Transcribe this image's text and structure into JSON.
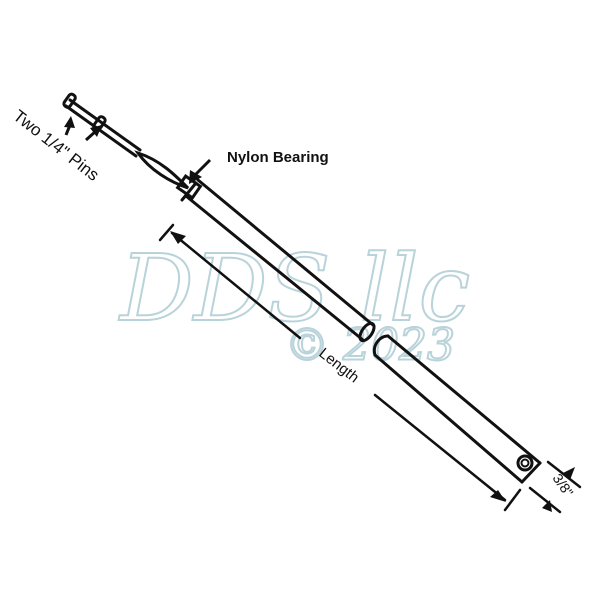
{
  "diagram": {
    "subject": "pivot rod with pins",
    "labels": {
      "pins": "Two 1/4\" Pins",
      "bearing": "Nylon Bearing",
      "length": "Length",
      "diameter": "3/8\""
    },
    "watermark": {
      "line1": "DDS llc",
      "line2": "© 2023",
      "color": "#b9d3da"
    },
    "stroke_color": "#111111"
  }
}
